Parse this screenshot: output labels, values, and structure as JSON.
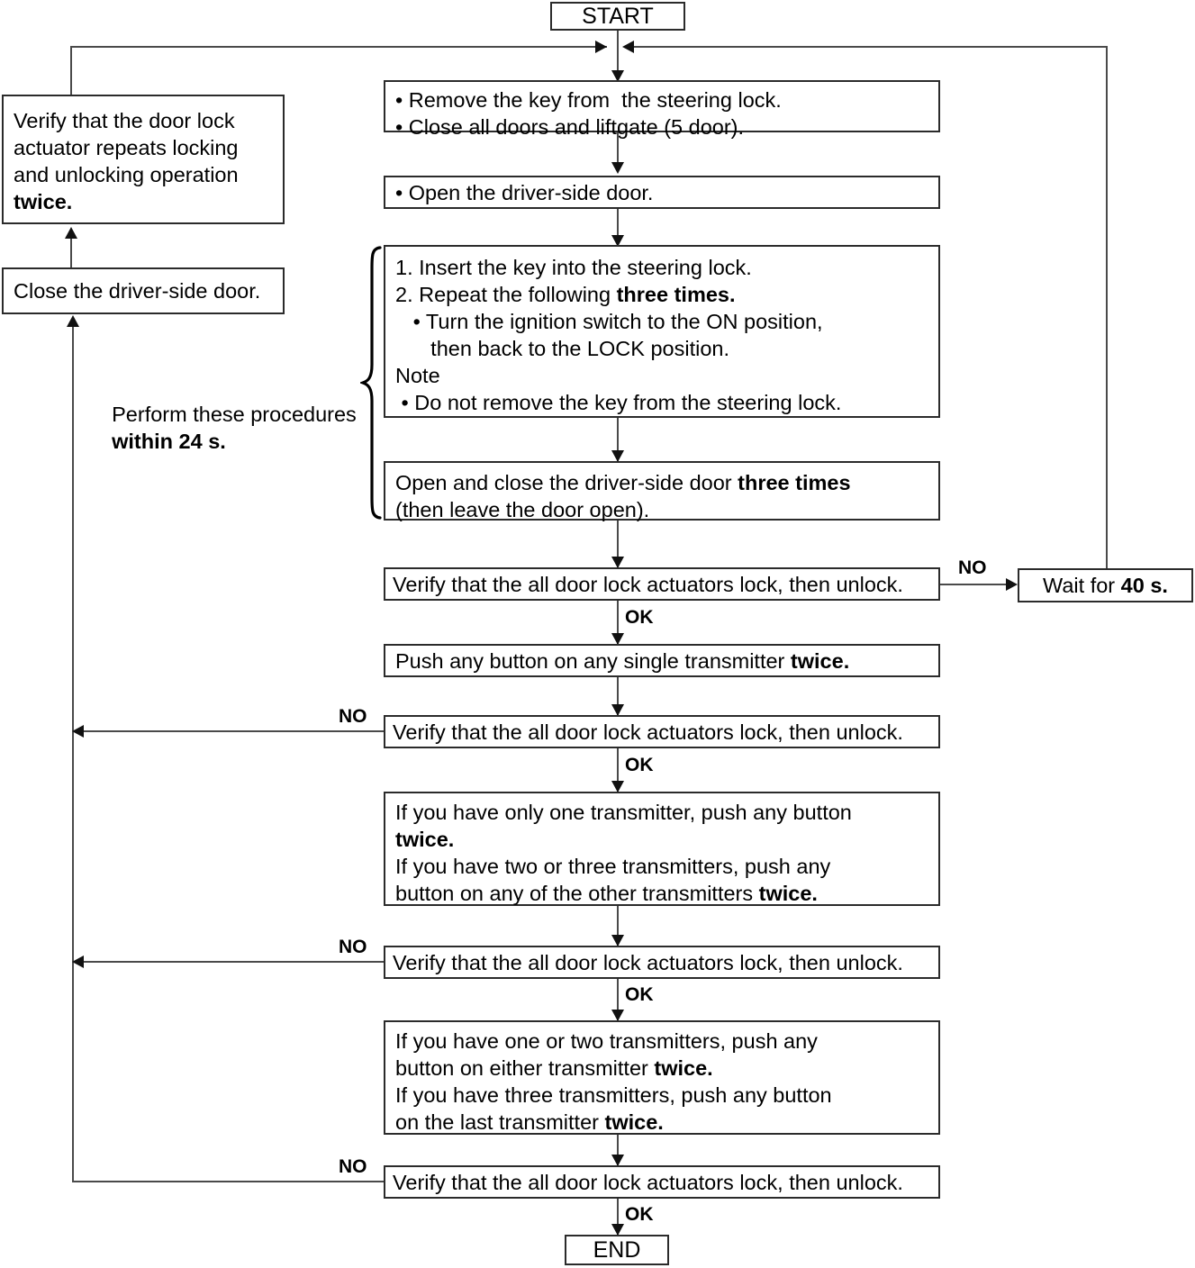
{
  "diagram": {
    "title": "Keyless entry transmitter registration flowchart",
    "terminals": {
      "start": "START",
      "end": "END"
    },
    "nodes": {
      "remove_key": {
        "line1": "• Remove the key from  the steering lock.",
        "line2": "• Close all doors and liftgate (5 door)."
      },
      "open_door": {
        "line1": "• Open the driver-side door."
      },
      "insert_key": {
        "line1": "1. Insert the key into the steering lock.",
        "line2_pre": "2. Repeat the following ",
        "line2_bold": "three times.",
        "line3": "   • Turn the ignition switch to the ON position,",
        "line4": "      then back to the LOCK position.",
        "line5": "Note",
        "line6": " • Do not remove the key from the steering lock."
      },
      "open_close_door": {
        "line1_pre": "Open and close the driver-side door ",
        "line1_bold": "three times",
        "line2": "(then leave the door open)."
      },
      "verify_1": {
        "text": "Verify that the all door lock actuators lock, then unlock."
      },
      "push_single": {
        "pre": "Push any button on any single transmitter ",
        "bold": "twice."
      },
      "verify_2": {
        "text": "Verify that the all door lock actuators lock, then unlock."
      },
      "transmitter_a": {
        "line1": "If you have only one transmitter, push any button",
        "line2_bold": "twice.",
        "line3": "If you have two or three transmitters, push any",
        "line4_pre": "button on any of the other transmitters ",
        "line4_bold": "twice."
      },
      "verify_3": {
        "text": "Verify that the all door lock actuators lock, then unlock."
      },
      "transmitter_b": {
        "line1": "If you have one or two transmitters, push any",
        "line2_pre": "button on either transmitter ",
        "line2_bold": "twice.",
        "line3": "If you have three transmitters, push any button",
        "line4_pre": "on the last transmitter ",
        "line4_bold": "twice."
      },
      "verify_4": {
        "text": "Verify that the all door lock actuators lock, then unlock."
      },
      "wait_40s": {
        "pre": "Wait for ",
        "bold": "40 s."
      },
      "verify_actuator_twice": {
        "line1": "Verify that the door lock",
        "line2": "actuator repeats locking",
        "line3": "and unlocking operation",
        "line4_bold": "twice."
      },
      "close_door": {
        "text": "Close the driver-side door."
      }
    },
    "annotations": {
      "perform_within": {
        "line1": "Perform these procedures",
        "line2_bold": "within 24 s."
      }
    },
    "edge_labels": {
      "no_1": "NO",
      "ok_1": "OK",
      "no_2": "NO",
      "ok_2": "OK",
      "no_3": "NO",
      "ok_3": "OK",
      "no_4": "NO",
      "ok_4": "OK"
    },
    "colors": {
      "stroke": "#2b2b2b",
      "connector": "#4a4a4a",
      "arrowhead": "#111111",
      "text": "#000000",
      "background": "#ffffff"
    }
  }
}
